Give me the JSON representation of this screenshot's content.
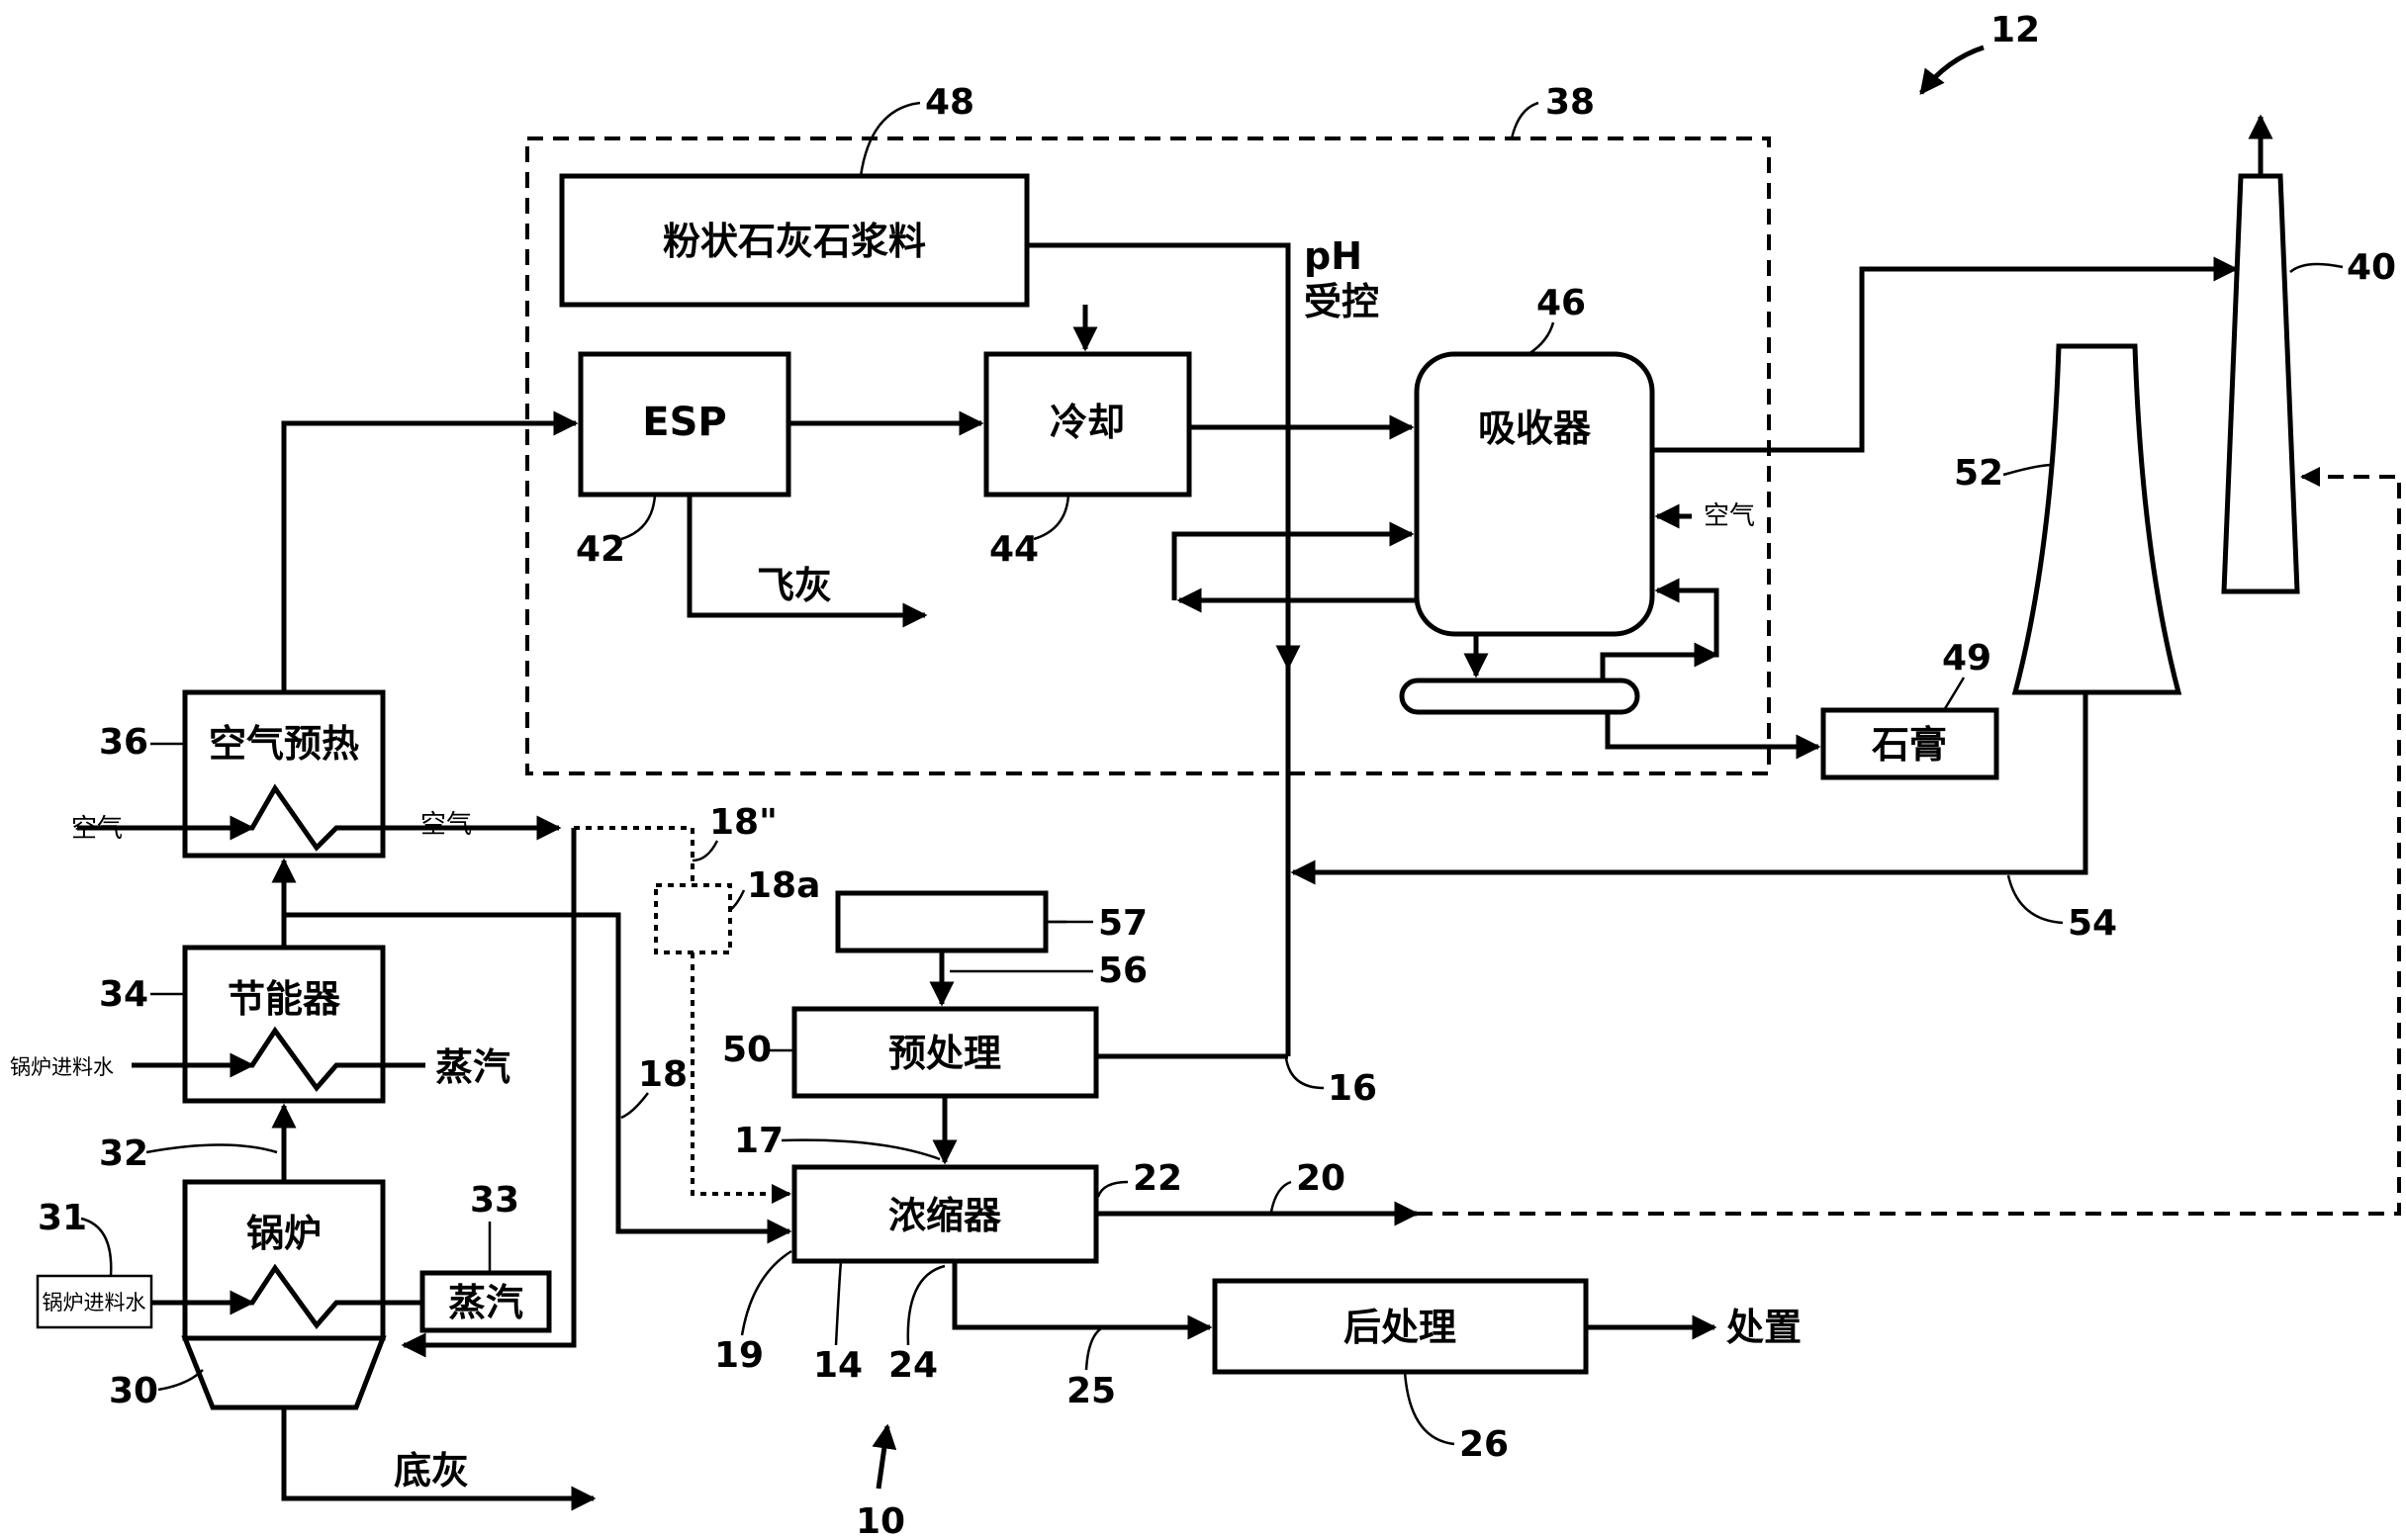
{
  "blocks": {
    "limestone": "粉状石灰石浆料",
    "esp": "ESP",
    "cooling": "冷却",
    "absorber": "吸收器",
    "gypsum": "石膏",
    "air_preheat": "空气预热",
    "economizer": "节能器",
    "boiler": "锅炉",
    "steam_box": "蒸汽",
    "pretreatment": "预处理",
    "concentrator": "浓缩器",
    "post_treatment": "后处理"
  },
  "labels": {
    "ph_1": "pH",
    "ph_2": "受控",
    "fly_ash": "飞灰",
    "air_absorber": "空气",
    "air_in": "空气",
    "air_out": "空气",
    "feedwater_econ": "锅炉进料水",
    "steam_econ": "蒸汽",
    "feedwater_boiler": "锅炉进料水",
    "bottom_ash": "底灰",
    "disposal": "处置"
  },
  "refs": {
    "r12": "12",
    "r48": "48",
    "r38": "38",
    "r40": "40",
    "r46": "46",
    "r52": "52",
    "r42": "42",
    "r44": "44",
    "r49": "49",
    "r36": "36",
    "r18pp": "18\"",
    "r18a": "18a",
    "r57": "57",
    "r56": "56",
    "r54": "54",
    "r34": "34",
    "r50": "50",
    "r16": "16",
    "r18": "18",
    "r32": "32",
    "r17": "17",
    "r22": "22",
    "r20": "20",
    "r31": "31",
    "r33": "33",
    "r30": "30",
    "r19": "19",
    "r14": "14",
    "r24": "24",
    "r25": "25",
    "r26": "26",
    "r10": "10"
  }
}
